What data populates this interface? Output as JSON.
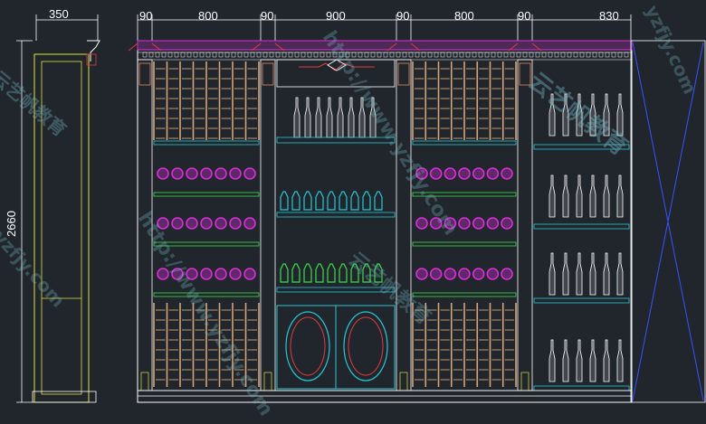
{
  "dimensions": {
    "side_width": "350",
    "widths": [
      "90",
      "800",
      "90",
      "900",
      "90",
      "800",
      "90",
      "830"
    ],
    "height": "2660"
  },
  "watermarks": {
    "url": "http://www.yzfjy.com",
    "cn": "云艺帆教育",
    "short": "yzfjy.com"
  },
  "colors": {
    "background": "#21262d",
    "wood": "#d3a57a",
    "magenta": "#d62fd6",
    "cyan": "#27c7d4",
    "green": "#3ddc4a",
    "yellow": "#e0e040",
    "red": "#e03a3a",
    "blue": "#3355ff",
    "white": "#ffffff"
  }
}
